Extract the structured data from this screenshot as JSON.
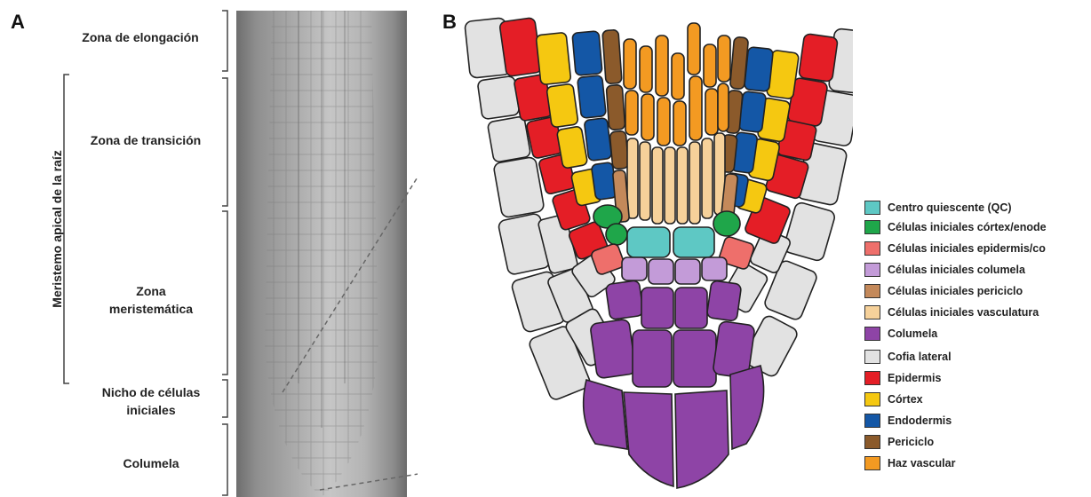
{
  "panels": {
    "a": "A",
    "b": "B"
  },
  "zones": {
    "elongacion": "Zona de elongación",
    "transicion": "Zona de transición",
    "meristematica_1": "Zona",
    "meristematica_2": "meristemática",
    "nicho_1": "Nicho de células",
    "nicho_2": "iniciales",
    "columela": "Columela",
    "meristemo_apical": "Meristemo apical de la raíz"
  },
  "legend": [
    {
      "key": "qc",
      "label": "Centro quiescente (QC)",
      "color": "#5ec8c4"
    },
    {
      "key": "cortex_init",
      "label": "Células iniciales córtex/enode",
      "color": "#1fa64a"
    },
    {
      "key": "epi_init",
      "label": "Células iniciales epidermis/co",
      "color": "#ee6f6b"
    },
    {
      "key": "col_init",
      "label": "Células iniciales columela",
      "color": "#c39bd8"
    },
    {
      "key": "peri_init",
      "label": "Células iniciales periciclo",
      "color": "#c4895a"
    },
    {
      "key": "vasc_init",
      "label": "Células iniciales vasculatura",
      "color": "#f6d19a"
    },
    {
      "key": "columela",
      "label": "Columela",
      "color": "#8e44a6"
    },
    {
      "key": "cofia",
      "label": "Cofia lateral",
      "color": "#e2e2e2"
    },
    {
      "key": "epidermis",
      "label": "Epidermis",
      "color": "#e41e26"
    },
    {
      "key": "cortex",
      "label": "Córtex",
      "color": "#f5c811"
    },
    {
      "key": "endodermis",
      "label": "Endodermis",
      "color": "#1457a6"
    },
    {
      "key": "periciclo",
      "label": "Periciclo",
      "color": "#8b5a2b"
    },
    {
      "key": "haz",
      "label": "Haz vascular",
      "color": "#f39a22"
    }
  ]
}
